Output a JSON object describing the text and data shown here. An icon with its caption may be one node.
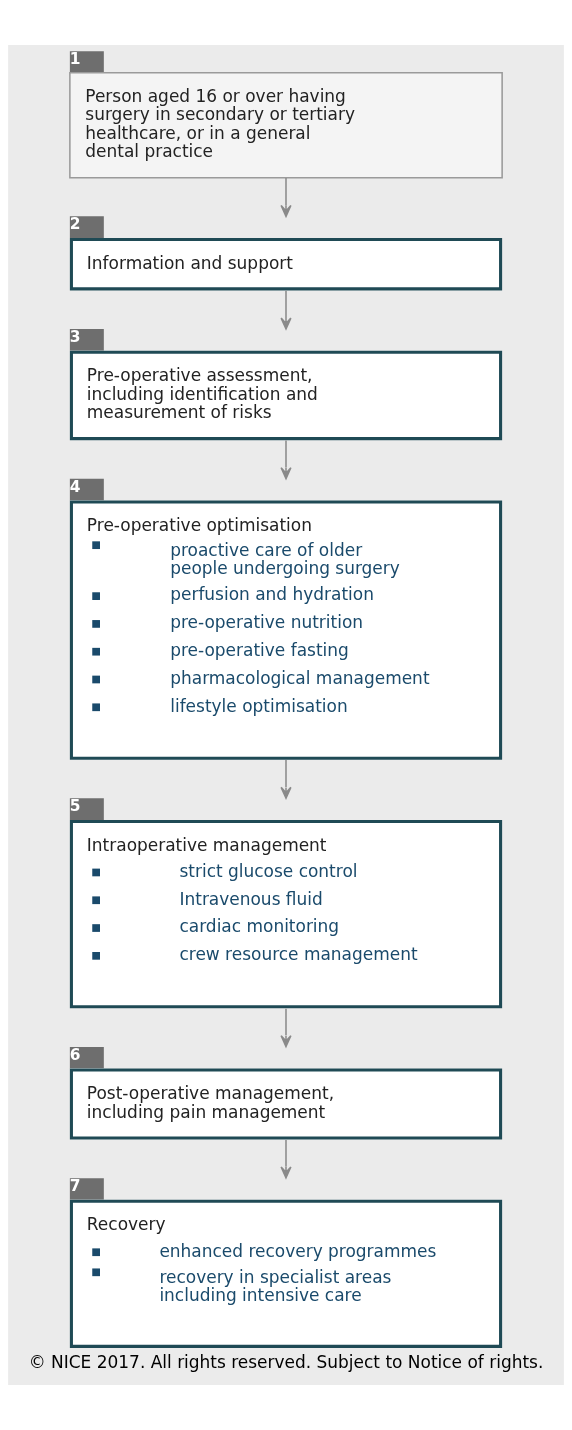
{
  "diagram": {
    "caption": "© NICE 2017. All rights reserved. Subject to Notice of rights.",
    "nodes": [
      {
        "text": [
          "1",
          "Person aged 16 or over having surgery in secondary or tertiary healthcare, or in a general dental practice"
        ]
      },
      {
        "text": [
          "2",
          "Information and support"
        ]
      },
      {
        "text": [
          "3",
          "Pre-operative assessment, including identification and measurement of risks"
        ]
      },
      {
        "text": [
          "4",
          "Pre-operative optimisation",
          "proactive care of older people undergoing surgery",
          "perfusion and hydration",
          "pre-operative nutrition",
          "pre-operative fasting",
          "pharmacological management",
          "lifestyle optimisation"
        ]
      },
      {
        "text": [
          "5",
          "Intraoperative management",
          "strict glucose control",
          "Intravenous fluid",
          "cardiac monitoring",
          "crew resource management"
        ]
      },
      {
        "text": [
          "6",
          "Post-operative management, including pain management"
        ]
      },
      {
        "text": [
          "7",
          "Recovery",
          "enhanced recovery programmes",
          "recovery in specialist areas including intensive care"
        ]
      }
    ],
    "edges": [
      {
        "from": 0,
        "to": 1,
        "arrow": "to"
      },
      {
        "from": 1,
        "to": 2,
        "arrow": "to"
      },
      {
        "from": 2,
        "to": 3,
        "arrow": "to"
      },
      {
        "from": 3,
        "to": 4,
        "arrow": "to"
      },
      {
        "from": 4,
        "to": 5,
        "arrow": "to"
      },
      {
        "from": 5,
        "to": 6,
        "arrow": "to"
      }
    ]
  }
}
